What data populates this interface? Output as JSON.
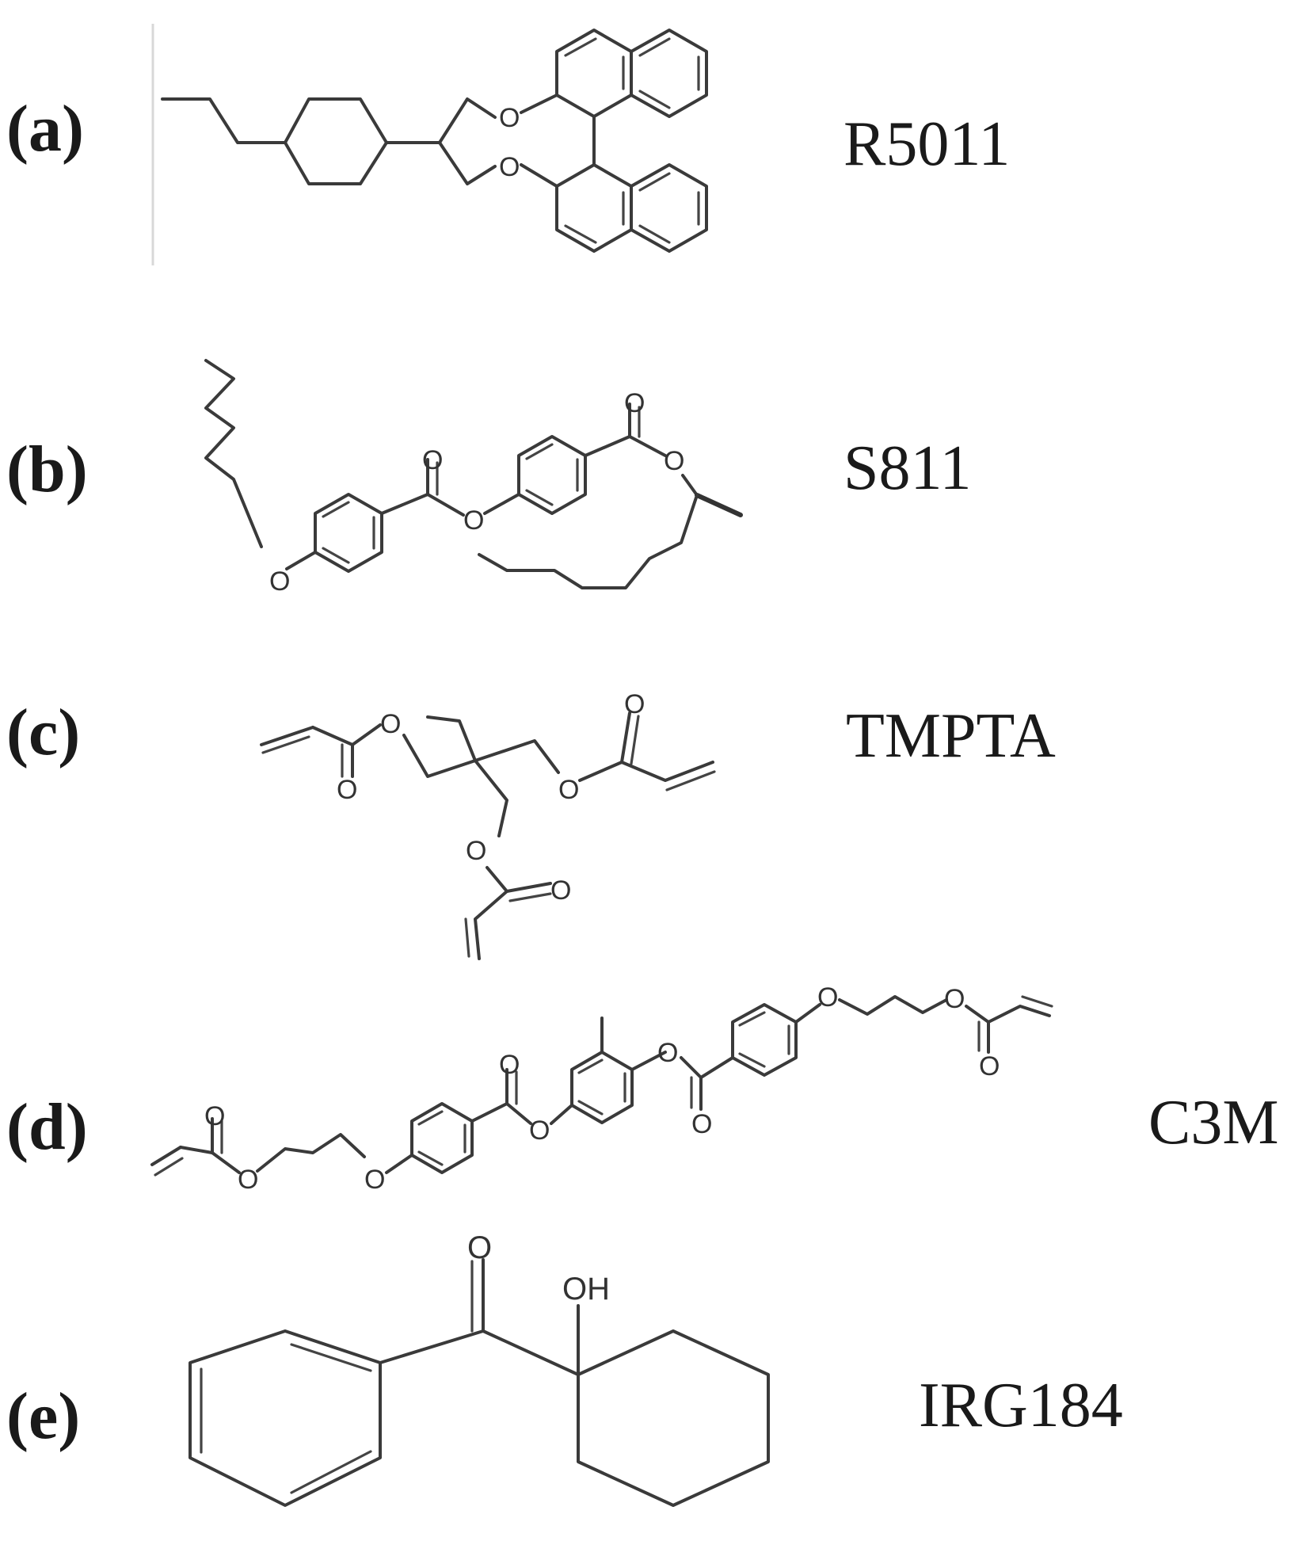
{
  "panels": [
    {
      "label": "(a)",
      "compound": "R5011"
    },
    {
      "label": "(b)",
      "compound": "S811"
    },
    {
      "label": "(c)",
      "compound": "TMPTA"
    },
    {
      "label": "(d)",
      "compound": "C3M"
    },
    {
      "label": "(e)",
      "compound": "IRG184"
    }
  ],
  "atoms": {
    "oxygen": "O",
    "hydroxyl": "OH"
  }
}
